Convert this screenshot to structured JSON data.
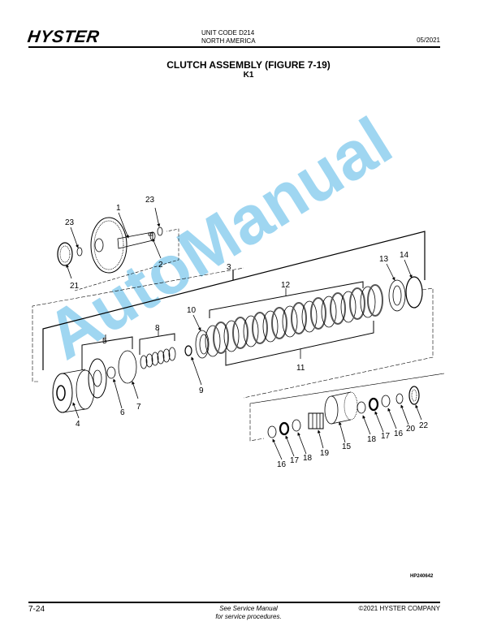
{
  "header": {
    "brand": "HYSTER",
    "unit_code": "UNIT CODE D214",
    "region": "NORTH AMERICA",
    "date": "05/2021"
  },
  "title": {
    "main": "CLUTCH ASSEMBLY (FIGURE 7-19)",
    "sub": "K1"
  },
  "figure": {
    "code": "HP240642",
    "callouts": {
      "c1": "1",
      "c2": "2",
      "c3": "3",
      "c4": "4",
      "c5": "5",
      "c6": "6",
      "c7": "7",
      "c8": "8",
      "c9": "9",
      "c10": "10",
      "c11": "11",
      "c12": "12",
      "c13": "13",
      "c14": "14",
      "c15": "15",
      "c16a": "16",
      "c16b": "16",
      "c17a": "17",
      "c17b": "17",
      "c18a": "18",
      "c18b": "18",
      "c19": "19",
      "c20": "20",
      "c21": "21",
      "c22": "22",
      "c23a": "23",
      "c23b": "23"
    }
  },
  "watermark": "AutoManual",
  "footer": {
    "page": "7-24",
    "note_line1": "See Service Manual",
    "note_line2": "for service procedures.",
    "copyright": "©2021 HYSTER COMPANY"
  }
}
